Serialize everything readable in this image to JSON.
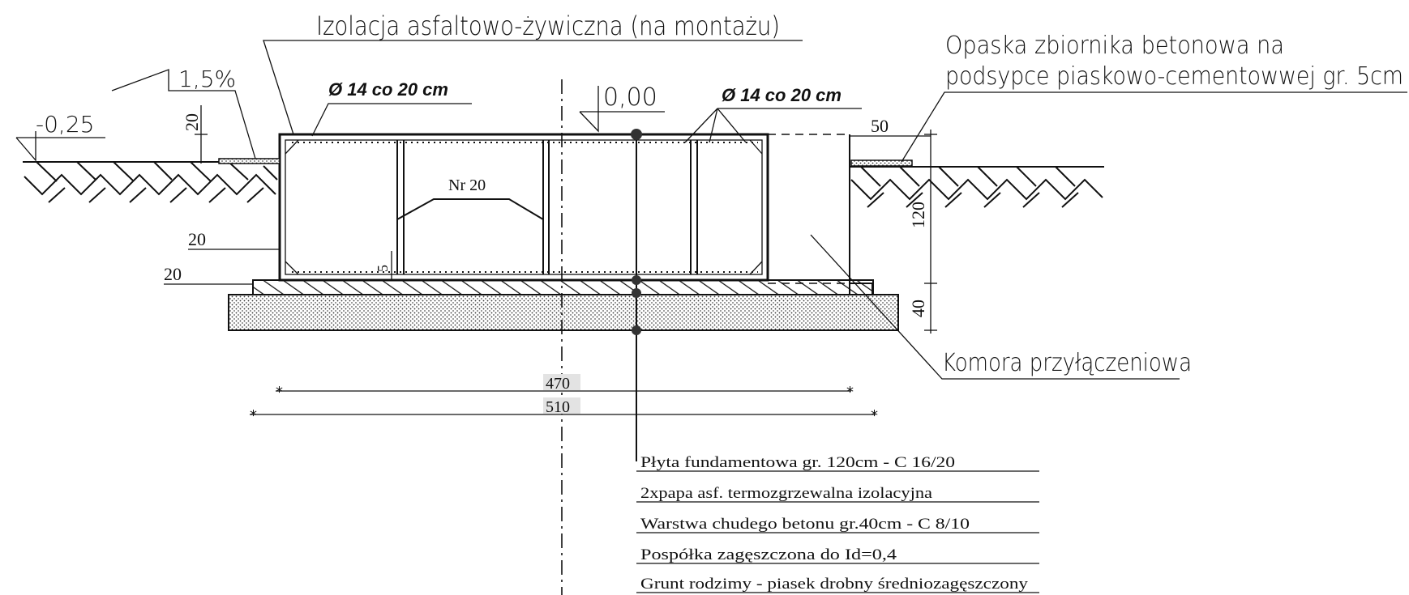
{
  "labels": {
    "insulation": "Izolacja asfaltowo-żywiczna (na montażu)",
    "band_line1": "Opaska zbiornika betonowa na",
    "band_line2": "podsypce piaskowo-cementowwej gr. 5cm",
    "chamber": "Komora przyłączeniowa",
    "slope": "1,5%",
    "level_left": "-0,25",
    "level_zero": "0,00",
    "rebar_left": "Ø 14 co 20 cm",
    "rebar_right": "Ø 14 co 20 cm",
    "nr": "Nr 20"
  },
  "dimensions": {
    "d20_top": "20",
    "d20_wall": "20",
    "d20_base": "20",
    "d5": "5",
    "d50": "50",
    "d120": "120",
    "d40": "40",
    "d470": "470",
    "d510": "510"
  },
  "layers": [
    "Płyta fundamentowa gr. 120cm - C 16/20",
    "2xpapa asf. termozgrzewalna izolacyjna",
    "Warstwa chudego betonu gr.40cm - C 8/10",
    "Pospółka zagęszczona do Id=0,4",
    "Grunt rodzimy - piasek drobny średniozagęszczony"
  ]
}
